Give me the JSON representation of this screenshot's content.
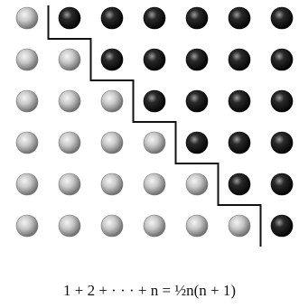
{
  "diagram": {
    "rows": 6,
    "cols": 7,
    "description_kind": "staircase proof of triangular numbers",
    "colors": {
      "light_ball": "#bdbdbd",
      "light_ball_highlight": "#f2f2f2",
      "dark_ball": "#1a1a1a",
      "dark_ball_highlight": "#8a8a8a",
      "staircase_line": "#111111"
    }
  },
  "formula": {
    "text": "1 + 2 + · · · + n = ½n(n + 1)"
  }
}
